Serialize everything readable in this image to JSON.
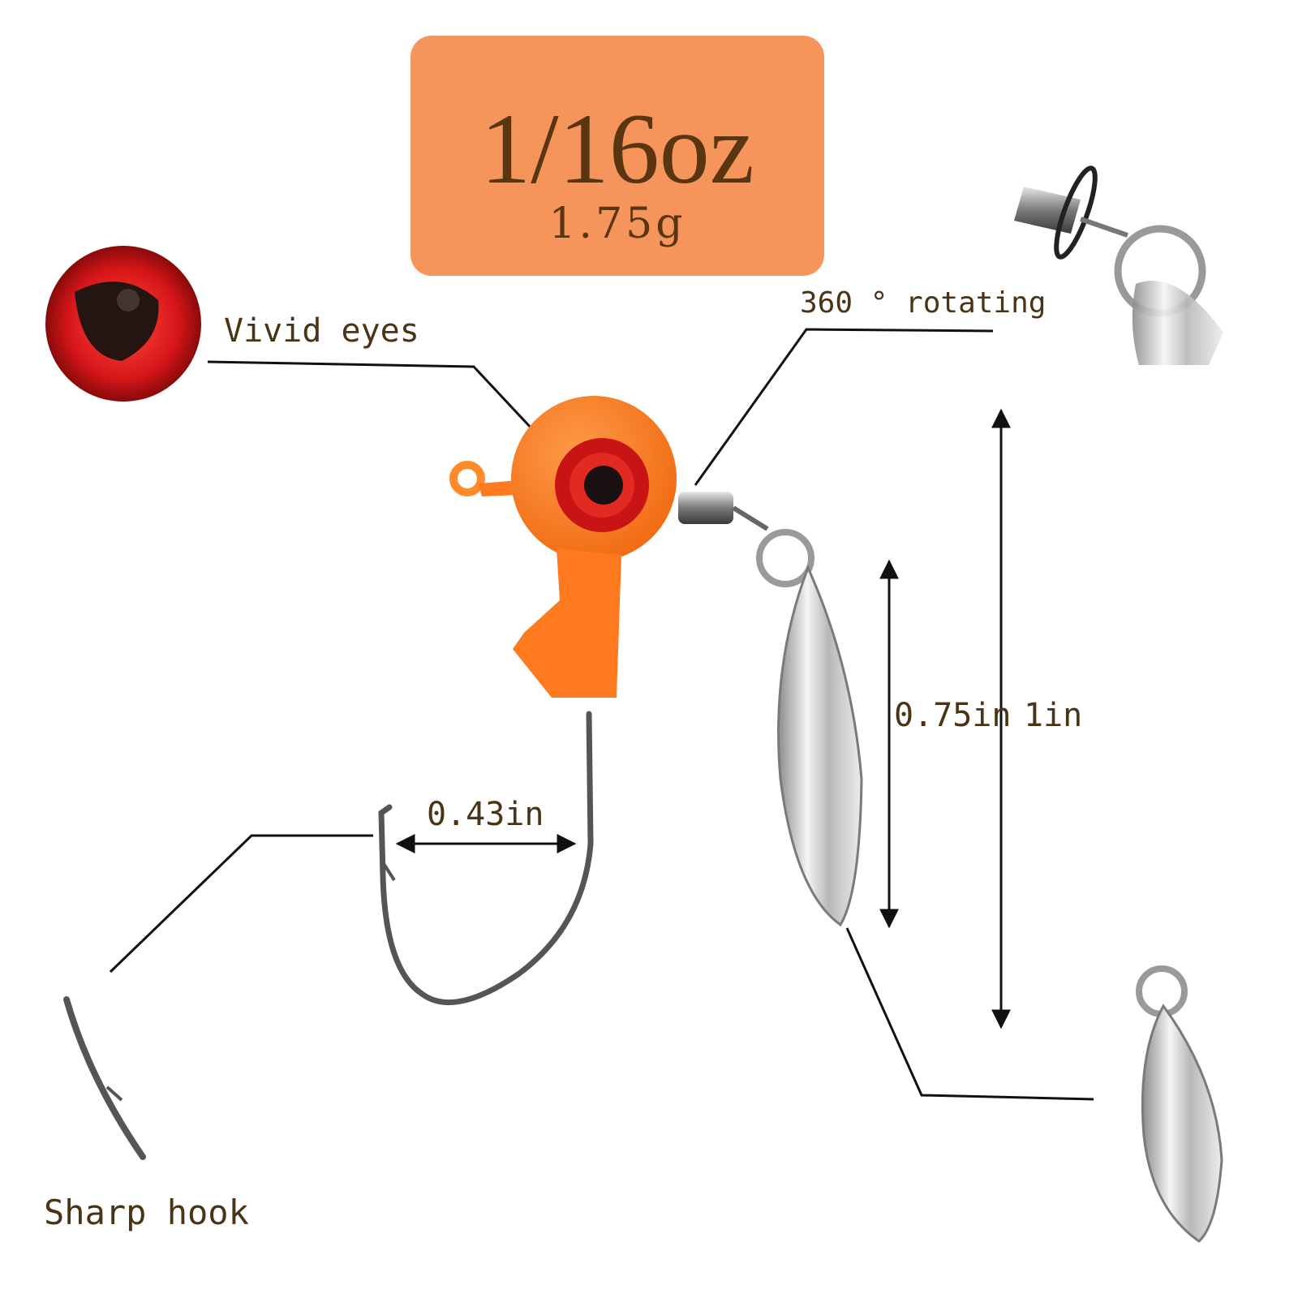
{
  "weight": {
    "oz": "1/16oz",
    "grams": "1.75g"
  },
  "callouts": {
    "eyes": "Vivid eyes",
    "rotating": "360 °  rotating",
    "hook": "Sharp hook"
  },
  "dimensions": {
    "hook_gap": "0.43in",
    "blade_length": "0.75in",
    "total_length": "1in"
  },
  "colors": {
    "badge": "#f6955b",
    "jig_head": "#ff7a1f",
    "eye_red": "#d91a1a",
    "text": "#4a3418"
  }
}
